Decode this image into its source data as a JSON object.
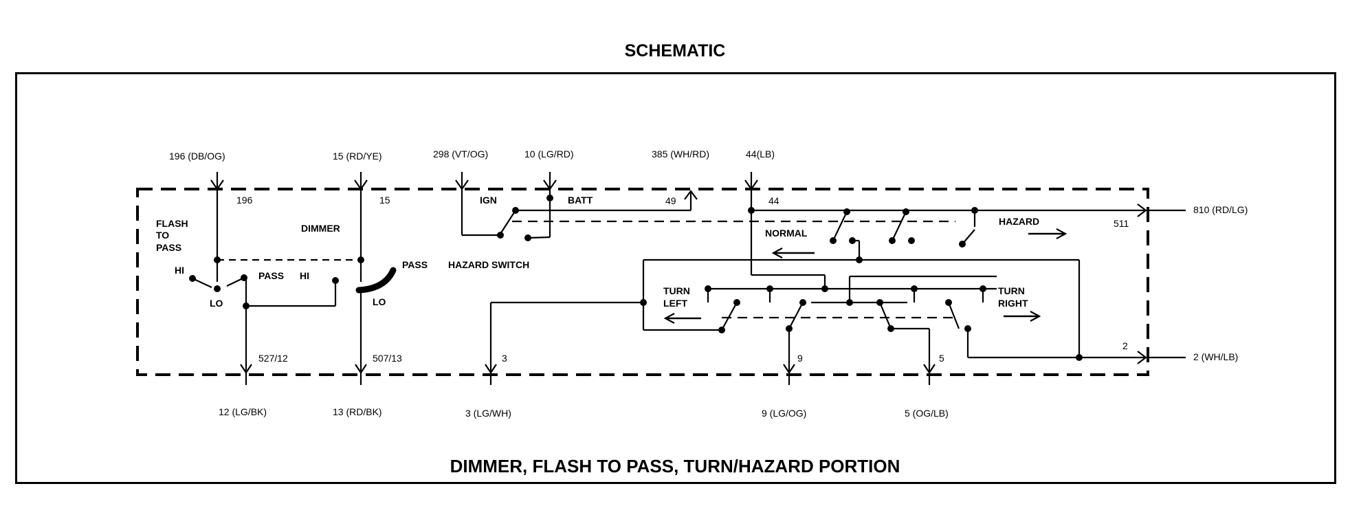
{
  "page": {
    "title": "SCHEMATIC",
    "caption": "DIMMER, FLASH TO PASS, TURN/HAZARD PORTION"
  },
  "wires_top": {
    "w196": "196 (DB/OG)",
    "w15": "15 (RD/YE)",
    "w298": "298 (VT/OG)",
    "w10": "10 (LG/RD)",
    "w385": "385 (WH/RD)",
    "w44": "44(LB)"
  },
  "wires_right": {
    "w810": "810 (RD/LG)",
    "w2": "2 (WH/LB)"
  },
  "wires_bottom": {
    "w12": "12 (LG/BK)",
    "w13": "13 (RD/BK)",
    "w3": "3 (LG/WH)",
    "w9": "9 (LG/OG)",
    "w5": "5 (OG/LB)"
  },
  "pins": {
    "p196": "196",
    "p15": "15",
    "p49": "49",
    "p44": "44",
    "p511": "511",
    "p2": "2",
    "p527": "527/12",
    "p507": "507/13",
    "p3": "3",
    "p9": "9",
    "p5": "5"
  },
  "labels": {
    "flash": "FLASH",
    "to": "TO",
    "pass": "PASS",
    "dimmer": "DIMMER",
    "hi_left": "HI",
    "lo_left": "LO",
    "pass_hi": "PASS",
    "hi_mid": "HI",
    "pass_right": "PASS",
    "lo_right": "LO",
    "ign": "IGN",
    "batt": "BATT",
    "hazard_switch": "HAZARD SWITCH",
    "normal": "NORMAL",
    "hazard": "HAZARD",
    "turn_left_1": "TURN",
    "turn_left_2": "LEFT",
    "turn_right_1": "TURN",
    "turn_right_2": "RIGHT"
  }
}
